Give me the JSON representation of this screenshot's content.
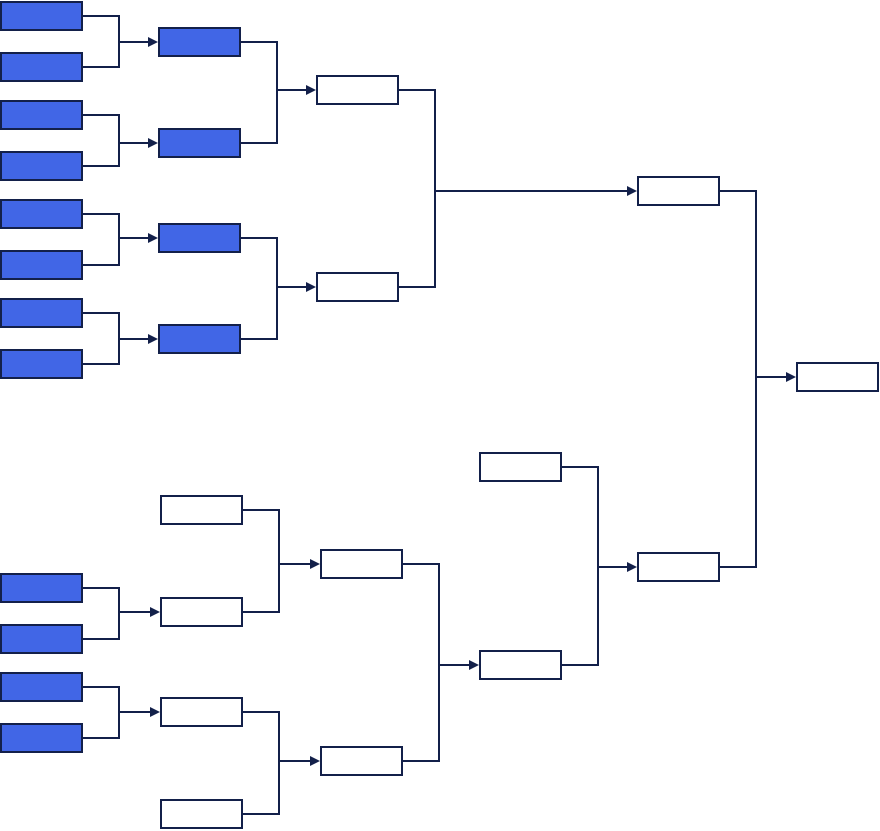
{
  "colors": {
    "filled_slot": "#4166e6",
    "empty_slot": "#ffffff",
    "line": "#13204a"
  },
  "slots": [
    {
      "id": "r1-1",
      "label": "",
      "filled": true
    },
    {
      "id": "r1-2",
      "label": "",
      "filled": true
    },
    {
      "id": "r1-3",
      "label": "",
      "filled": true
    },
    {
      "id": "r1-4",
      "label": "",
      "filled": true
    },
    {
      "id": "r1-5",
      "label": "",
      "filled": true
    },
    {
      "id": "r1-6",
      "label": "",
      "filled": true
    },
    {
      "id": "r1-7",
      "label": "",
      "filled": true
    },
    {
      "id": "r1-8",
      "label": "",
      "filled": true
    },
    {
      "id": "r2-1",
      "label": "",
      "filled": true
    },
    {
      "id": "r2-2",
      "label": "",
      "filled": true
    },
    {
      "id": "r2-3",
      "label": "",
      "filled": true
    },
    {
      "id": "r2-4",
      "label": "",
      "filled": true
    },
    {
      "id": "qf-1",
      "label": "",
      "filled": false
    },
    {
      "id": "qf-2",
      "label": "",
      "filled": false
    },
    {
      "id": "sf-top",
      "label": "",
      "filled": false
    },
    {
      "id": "final",
      "label": "",
      "filled": false
    },
    {
      "id": "b-r1-1",
      "label": "",
      "filled": true
    },
    {
      "id": "b-r1-2",
      "label": "",
      "filled": true
    },
    {
      "id": "b-r1-3",
      "label": "",
      "filled": true
    },
    {
      "id": "b-r1-4",
      "label": "",
      "filled": true
    },
    {
      "id": "b-bye-1",
      "label": "",
      "filled": false
    },
    {
      "id": "b-r2-1",
      "label": "",
      "filled": false
    },
    {
      "id": "b-r2-2",
      "label": "",
      "filled": false
    },
    {
      "id": "b-bye-2",
      "label": "",
      "filled": false
    },
    {
      "id": "b-qf-1",
      "label": "",
      "filled": false
    },
    {
      "id": "b-qf-2",
      "label": "",
      "filled": false
    },
    {
      "id": "b-bye-3",
      "label": "",
      "filled": false
    },
    {
      "id": "b-qf-3",
      "label": "",
      "filled": false
    },
    {
      "id": "sf-bottom",
      "label": "",
      "filled": false
    }
  ]
}
